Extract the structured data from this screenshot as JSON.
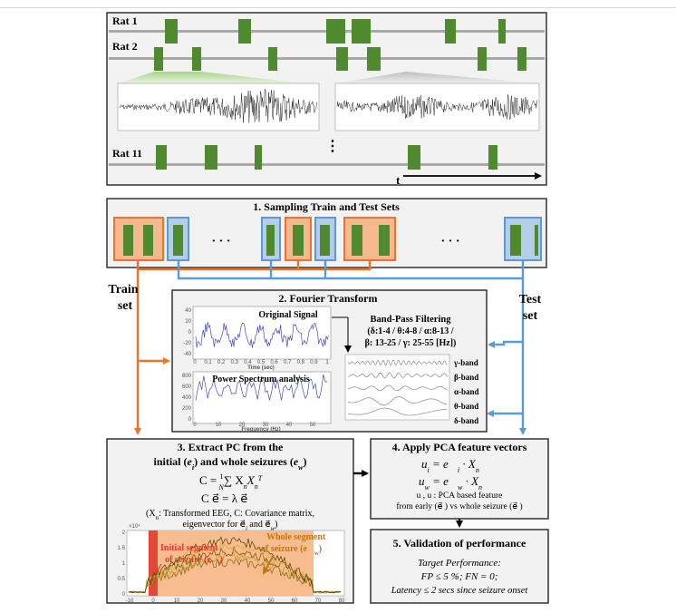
{
  "colors": {
    "green": "#4f8a2f",
    "orange": "#e8752b",
    "orange_fill": "#f5b98d",
    "blue": "#5b9bd5",
    "blue_fill": "#b4cde8",
    "panel_bg": "#f2f2f2",
    "track": "#a8a8a8",
    "red": "#e03c2c"
  },
  "recordings": {
    "rat1": "Rat 1",
    "rat2": "Rat 2",
    "rat11": "Rat 11",
    "vdots": "⋮",
    "time_axis": "t"
  },
  "step1": {
    "title": "1. Sampling Train and Test Sets",
    "ellipsis": "· · ·"
  },
  "side_labels": {
    "train_line1": "Train",
    "train_line2": "set",
    "test_line1": "Test",
    "test_line2": "set"
  },
  "step2": {
    "title": "2. Fourier Transform",
    "orig_title": "Original Signal",
    "orig_xlabel": "Time (sec)",
    "psd_title": "Power Spectrum analysis",
    "psd_xlabel": "Frequency (Hz)",
    "bp_title": "Band-Pass Filtering",
    "bp_line1": "(δ:1-4 / θ:4-8 / α:8-13 /",
    "bp_line2": "β: 13-25 / γ: 25-55 [Hz])",
    "bands": [
      "γ-band",
      "β-band",
      "α-band",
      "θ-band",
      "δ-band"
    ],
    "orig_yticks": [
      "40",
      "20",
      "0",
      "-20",
      "-40"
    ],
    "orig_xticks": [
      "0",
      "0.1",
      "0.2",
      "0.3",
      "0.4",
      "0.5",
      "0.6",
      "0.7",
      "0.8",
      "0.9",
      "1"
    ],
    "psd_yticks": [
      "800",
      "600",
      "400",
      "200",
      "0"
    ],
    "psd_xticks": [
      "0",
      "10",
      "20",
      "30",
      "40",
      "50"
    ]
  },
  "step3": {
    "title_line1": "3. Extract PC from the",
    "title_line2_a": "initial (",
    "title_line2_ei": "e",
    "title_line2_b": ") and whole seizures (",
    "title_line2_ew": "e",
    "title_line2_c": ")",
    "eq1": "C = ",
    "eq1_rest": "∑ X",
    "eq2": "C e⃗ = λ e⃗",
    "note1": "(X",
    "note1_rest": ": Transformed EEG, C: Covariance matrix,",
    "note2": "eigenvector for e⃗",
    "note2_rest": " and e⃗",
    "plot_exp": "×10⁴",
    "label_initial_1": "Initial segment",
    "label_initial_2": "of seizure (e⃗",
    "label_whole_1": "Whole segment",
    "label_whole_2": "of seizure (e⃗",
    "yticks": [
      "2",
      "1.5",
      "1",
      "0.5",
      "0"
    ],
    "xticks": [
      "-10",
      "0",
      "10",
      "20",
      "30",
      "40",
      "50",
      "60",
      "70",
      "80"
    ]
  },
  "step4": {
    "title": "4. Apply PCA feature vectors",
    "eq1": "u",
    "eq1_rest": " = e⃗",
    "eq1_tail": " · X",
    "eq2": "u",
    "eq2_rest": " = e⃗",
    "eq2_tail": " · X",
    "note_line1": "u , u  : PCA based feature",
    "note_line2": "from early (e⃗ ) vs whole seizure (e⃗ )"
  },
  "step5": {
    "title": "5. Validation of performance",
    "line1": "Target Performance:",
    "line2": "FP ≤ 5 %; FN = 0;",
    "line3": "Latency ≤ 2 secs since seizure onset"
  }
}
